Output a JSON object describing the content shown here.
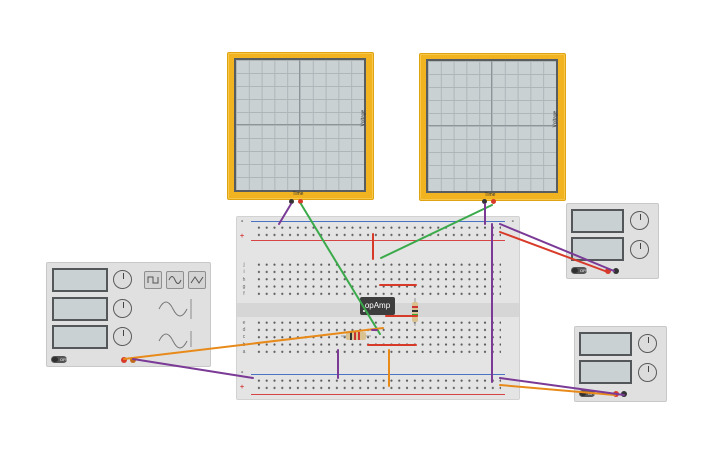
{
  "scope_1": {
    "x_label": "Time",
    "y_label": "Voltage"
  },
  "scope_2": {
    "x_label": "Time",
    "y_label": "Voltage"
  },
  "opamp": {
    "label": "opAmp"
  },
  "breadboard": {
    "plus_symbol": "+",
    "minus_symbol": "-",
    "row_letters_top": [
      "j",
      "i",
      "h",
      "g",
      "f"
    ],
    "row_letters_bottom": [
      "e",
      "d",
      "c",
      "b",
      "a"
    ]
  },
  "function_generator": {
    "switch_label": "OFF"
  },
  "power_supply_1": {
    "switch_label": "OFF"
  },
  "power_supply_2": {
    "switch_label": "OFF"
  },
  "colors": {
    "scope_body": "#f2b321",
    "wire_purple": "#7a3a96",
    "wire_green": "#3aaa4a",
    "wire_orange": "#e88a1a",
    "wire_red": "#d83a2a",
    "rail_red": "#d64545",
    "rail_blue": "#4a73c4"
  }
}
